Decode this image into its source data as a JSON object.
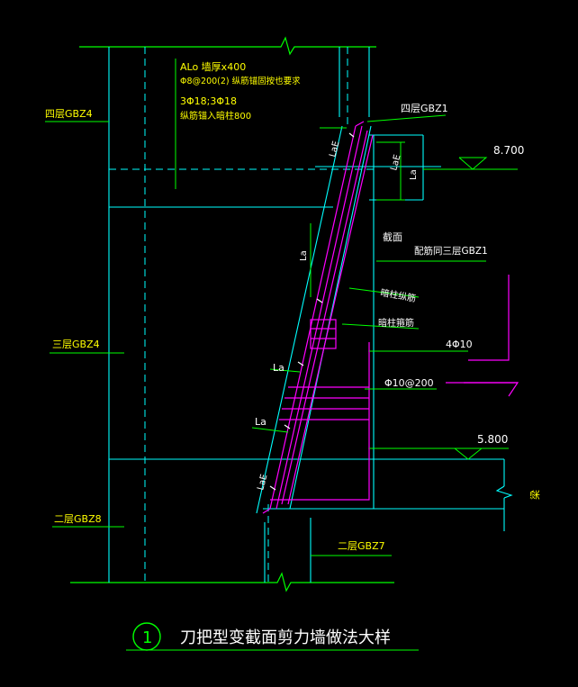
{
  "colors": {
    "background": "#000000",
    "green": "#00ff00",
    "cyan": "#00ffff",
    "yellow": "#ffff00",
    "magenta": "#ff00ff",
    "white": "#ffffff"
  },
  "labels": {
    "note_line1": "ALo 墙厚x400",
    "note_line2": "Φ8@200(2) 纵筋锚固按也要求",
    "note_line3": "3Φ18;3Φ18",
    "note_line4": "纵筋锚入暗柱800",
    "gbz4_fourth": "四层GBZ4",
    "gbz1_fourth": "四层GBZ1",
    "gbz4_third": "三层GBZ4",
    "gbz8_second": "二层GBZ8",
    "gbz7_second": "二层GBZ7",
    "section_cut": "截面",
    "gbz1_third": "配筋同三层GBZ1",
    "dark_col_long": "暗柱纵筋",
    "dark_col_stirrup": "暗柱箍筋",
    "rebar_4": "4Φ10",
    "rebar_spacing": "Φ10@200",
    "elev_top": "8.700",
    "elev_bottom": "5.800",
    "beam": "梁",
    "LaE_top": "LaE",
    "LaE_right1": "LaE",
    "La_right2": "La",
    "La_mid": "La",
    "La_left1": "La",
    "La_left2": "La",
    "LaE_bottom": "LaE",
    "detail_number": "1",
    "title": "刀把型变截面剪力墙做法大样"
  }
}
